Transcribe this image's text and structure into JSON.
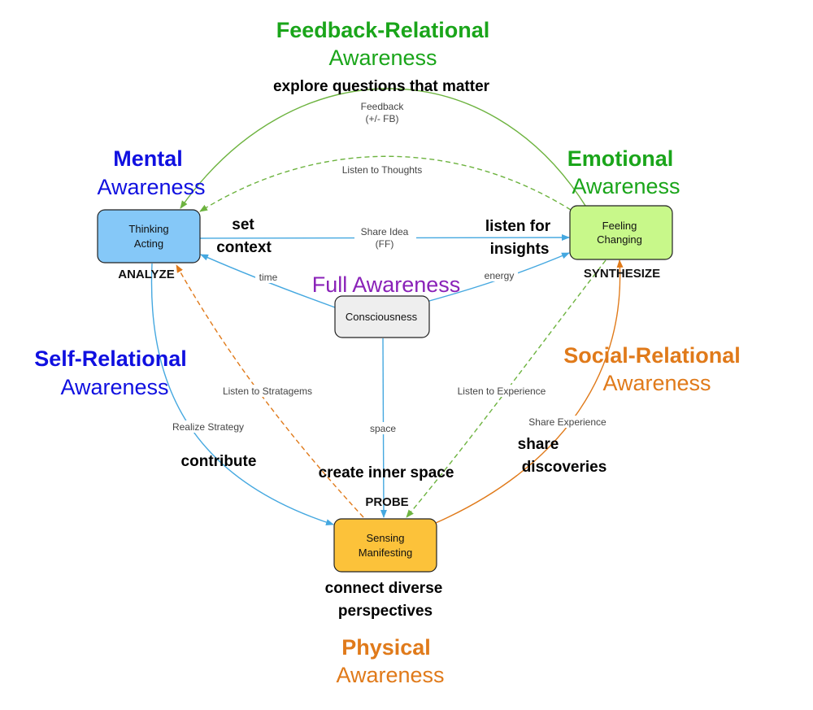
{
  "colors": {
    "blue_text": "#1010e0",
    "green_text": "#1aa51a",
    "orange_text": "#e07a1a",
    "purple_text": "#8a22b8",
    "blue_edge": "#45a8e0",
    "green_edge": "#6db33f",
    "orange_edge": "#e07a1a",
    "thinking_fill": "#85c8f8",
    "feeling_fill": "#c8f88a",
    "sensing_fill": "#fcc23a",
    "consciousness_fill": "#eeeeee"
  },
  "headings": {
    "feedback_relational": {
      "line1": "Feedback-Relational",
      "line2": "Awareness"
    },
    "mental": {
      "line1": "Mental",
      "line2": "Awareness"
    },
    "emotional": {
      "line1": "Emotional",
      "line2": "Awareness"
    },
    "self_relational": {
      "line1": "Self-Relational",
      "line2": "Awareness"
    },
    "social_relational": {
      "line1": "Social-Relational",
      "line2": "Awareness"
    },
    "physical": {
      "line1": "Physical",
      "line2": "Awareness"
    },
    "full": "Full Awareness"
  },
  "nodes": {
    "thinking": {
      "line1": "Thinking",
      "line2": "Acting",
      "tag": "ANALYZE"
    },
    "feeling": {
      "line1": "Feeling",
      "line2": "Changing",
      "tag": "SYNTHESIZE"
    },
    "sensing": {
      "line1": "Sensing",
      "line2": "Manifesting",
      "tag": "PROBE"
    },
    "consciousness": {
      "label": "Consciousness"
    }
  },
  "edges": {
    "feedback": {
      "line1": "Feedback",
      "line2": "(+/- FB)"
    },
    "listen_thoughts": "Listen to Thoughts",
    "share_idea": {
      "line1": "Share Idea",
      "line2": "(FF)"
    },
    "time": "time",
    "energy": "energy",
    "space": "space",
    "listen_stratagems": "Listen to Stratagems",
    "listen_experience": "Listen to Experience",
    "realize_strategy": "Realize Strategy",
    "share_experience": "Share Experience"
  },
  "phrases": {
    "explore": "explore questions that matter",
    "set_context": {
      "line1": "set",
      "line2": "context"
    },
    "listen_insights": {
      "line1": "listen for",
      "line2": "insights"
    },
    "contribute": "contribute",
    "inner_space": "create inner space",
    "share_discoveries": {
      "line1": "share",
      "line2": "discoveries"
    },
    "connect": {
      "line1": "connect diverse",
      "line2": "perspectives"
    }
  }
}
